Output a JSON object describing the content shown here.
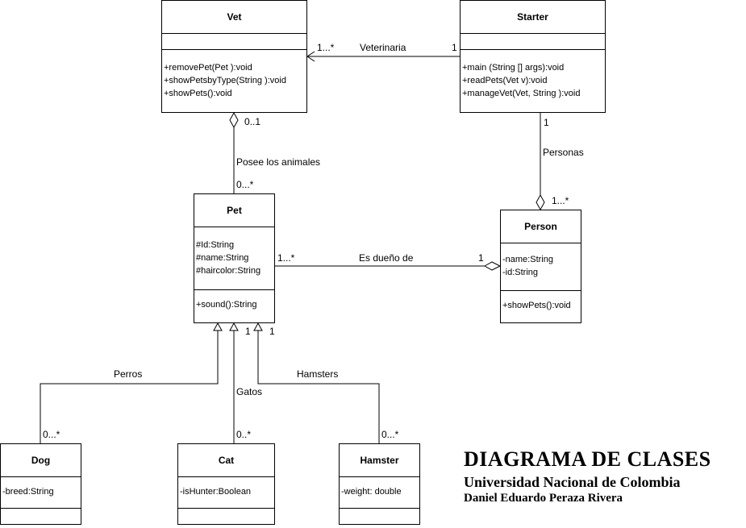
{
  "classes": {
    "vet": {
      "name": "Vet",
      "attributes": [],
      "methods": [
        "+removePet(Pet ):void",
        "+showPetsbyType(String ):void",
        "+showPets():void"
      ]
    },
    "starter": {
      "name": "Starter",
      "attributes": [],
      "methods": [
        "+main (String [] args):void",
        "+readPets(Vet v):void",
        "+manageVet(Vet, String ):void"
      ]
    },
    "pet": {
      "name": "Pet",
      "attributes": [
        "#Id:String",
        "#name:String",
        "#haircolor:String"
      ],
      "methods": [
        "+sound():String"
      ]
    },
    "person": {
      "name": "Person",
      "attributes": [
        "-name:String",
        "-id:String"
      ],
      "methods": [
        "+showPets():void"
      ]
    },
    "dog": {
      "name": "Dog",
      "attributes": [
        "-breed:String"
      ],
      "methods": []
    },
    "cat": {
      "name": "Cat",
      "attributes": [
        "-isHunter:Boolean"
      ],
      "methods": []
    },
    "hamster": {
      "name": "Hamster",
      "attributes": [
        "-weight: double"
      ],
      "methods": []
    }
  },
  "relations": {
    "veterinaria": {
      "label": "Veterinaria",
      "mult_vet": "1...*",
      "mult_starter": "1"
    },
    "posee": {
      "label": "Posee los animales",
      "mult_vet": "0..1",
      "mult_pet": "0...*"
    },
    "personas": {
      "label": "Personas",
      "mult_starter": "1",
      "mult_person": "1...*"
    },
    "dueno": {
      "label": "Es dueño de",
      "mult_pet": "1...*",
      "mult_person": "1"
    },
    "perros": {
      "label": "Perros",
      "mult_dog": "0...*"
    },
    "gatos": {
      "label": "Gatos",
      "mult_pet": "1",
      "mult_cat": "0..*"
    },
    "hamsters": {
      "label": "Hamsters",
      "mult_pet": "1",
      "mult_hamster": "0...*"
    }
  },
  "caption": {
    "title": "DIAGRAMA DE CLASES",
    "university": "Universidad Nacional de Colombia",
    "author": "Daniel Eduardo Peraza Rivera"
  }
}
